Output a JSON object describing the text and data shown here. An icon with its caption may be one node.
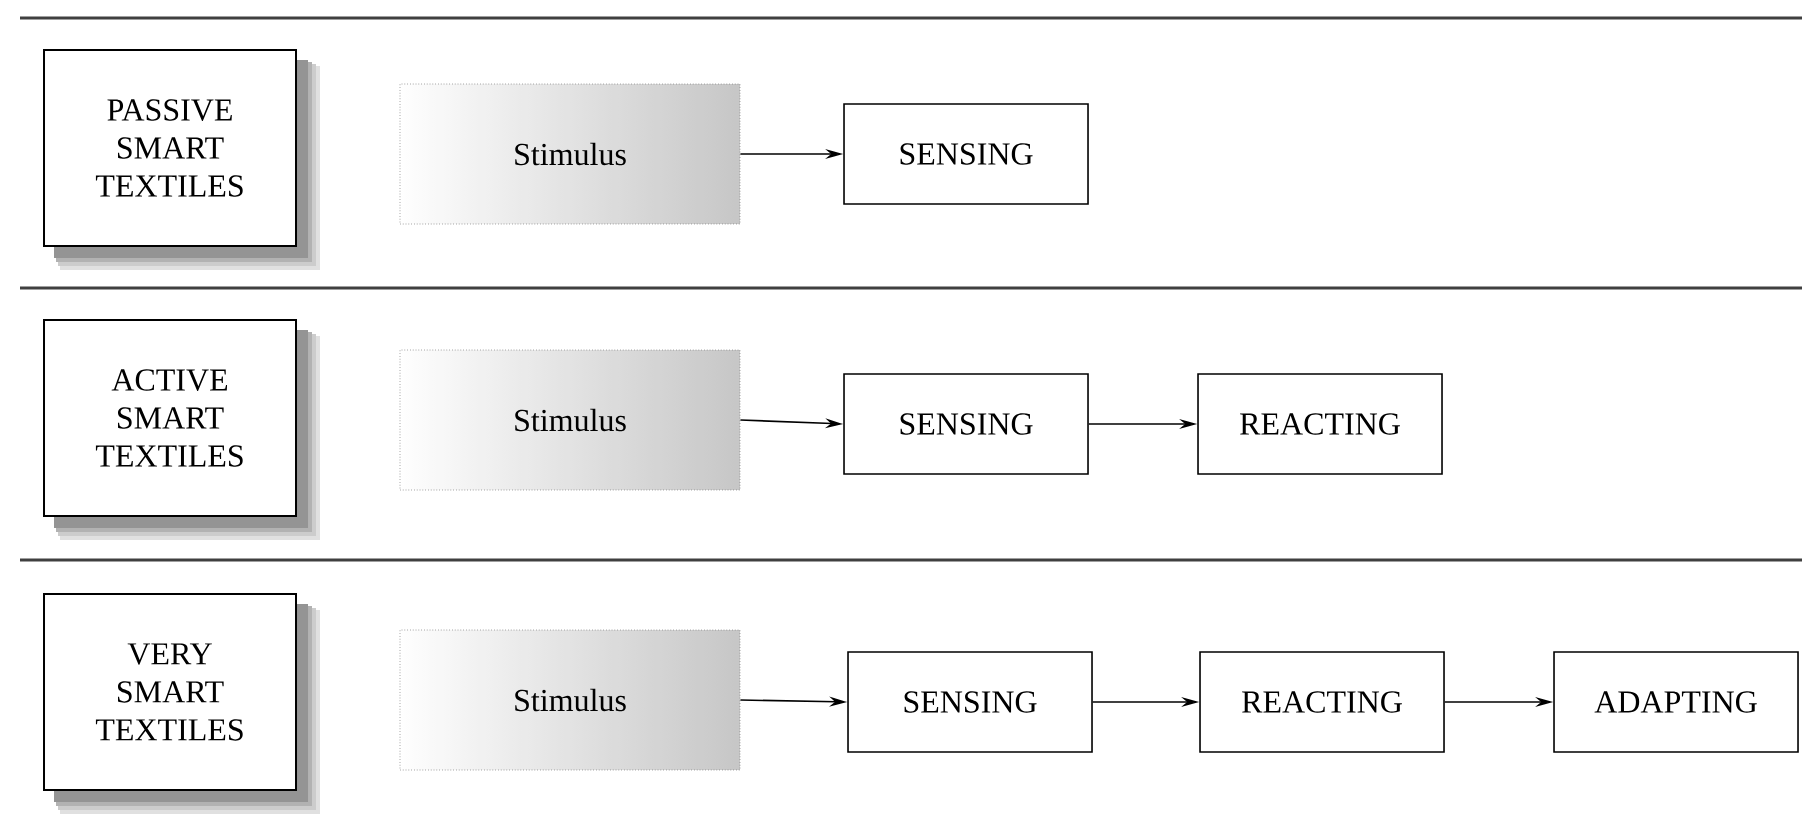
{
  "diagram": {
    "nodes": [
      {
        "text": [
          "PASSIVE SMART TEXTILES"
        ]
      },
      {
        "text": [
          "Stimulus"
        ]
      },
      {
        "text": [
          "SENSING"
        ]
      },
      {
        "text": [
          "ACTIVE SMART TEXTILES"
        ]
      },
      {
        "text": [
          "Stimulus"
        ]
      },
      {
        "text": [
          "SENSING"
        ]
      },
      {
        "text": [
          "REACTING"
        ]
      },
      {
        "text": [
          "VERY SMART TEXTILES"
        ]
      },
      {
        "text": [
          "Stimulus"
        ]
      },
      {
        "text": [
          "SENSING"
        ]
      },
      {
        "text": [
          "REACTING"
        ]
      },
      {
        "text": [
          "ADAPTING"
        ]
      }
    ],
    "edges": [
      {
        "from": 1,
        "to": 2,
        "arrow": "to"
      },
      {
        "from": 4,
        "to": 5,
        "arrow": "to"
      },
      {
        "from": 5,
        "to": 6,
        "arrow": "to"
      },
      {
        "from": 8,
        "to": 9,
        "arrow": "to"
      },
      {
        "from": 9,
        "to": 10,
        "arrow": "to"
      },
      {
        "from": 10,
        "to": 11,
        "arrow": "to"
      }
    ]
  }
}
